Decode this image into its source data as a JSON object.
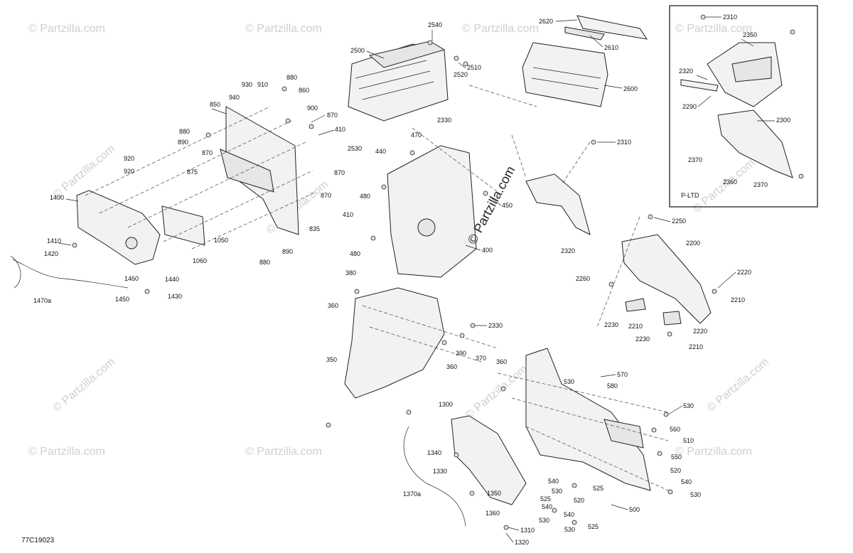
{
  "diagram_code": "77C19023",
  "inset_label": "P-LTD",
  "copyright": "© Partzilla.com",
  "watermark": "© Partzilla.com",
  "callouts": [
    {
      "id": "c2540",
      "text": "2540"
    },
    {
      "id": "c2500",
      "text": "2500"
    },
    {
      "id": "c2510",
      "text": "2510"
    },
    {
      "id": "c2520",
      "text": "2520"
    },
    {
      "id": "c2620",
      "text": "2620"
    },
    {
      "id": "c2610",
      "text": "2610"
    },
    {
      "id": "c2600",
      "text": "2600"
    },
    {
      "id": "c2310a",
      "text": "2310"
    },
    {
      "id": "c2350",
      "text": "2350"
    },
    {
      "id": "c2320a",
      "text": "2320"
    },
    {
      "id": "c2290",
      "text": "2290"
    },
    {
      "id": "c2300",
      "text": "2300"
    },
    {
      "id": "c2370a",
      "text": "2370"
    },
    {
      "id": "c2360",
      "text": "2360"
    },
    {
      "id": "c2370b",
      "text": "2370"
    },
    {
      "id": "c930",
      "text": "930"
    },
    {
      "id": "c910",
      "text": "910"
    },
    {
      "id": "c880a",
      "text": "880"
    },
    {
      "id": "c940",
      "text": "940"
    },
    {
      "id": "c860",
      "text": "860"
    },
    {
      "id": "c850",
      "text": "850"
    },
    {
      "id": "c900",
      "text": "900"
    },
    {
      "id": "c870a",
      "text": "870"
    },
    {
      "id": "c410a",
      "text": "410"
    },
    {
      "id": "c880b",
      "text": "880"
    },
    {
      "id": "c890a",
      "text": "890"
    },
    {
      "id": "c870b",
      "text": "870"
    },
    {
      "id": "c920a",
      "text": "920"
    },
    {
      "id": "c920b",
      "text": "920"
    },
    {
      "id": "c875",
      "text": "875"
    },
    {
      "id": "c870c",
      "text": "870"
    },
    {
      "id": "c870d",
      "text": "870"
    },
    {
      "id": "c835",
      "text": "835"
    },
    {
      "id": "c1400",
      "text": "1400"
    },
    {
      "id": "c1050",
      "text": "1050"
    },
    {
      "id": "c1060",
      "text": "1060"
    },
    {
      "id": "c890b",
      "text": "890"
    },
    {
      "id": "c880c",
      "text": "880"
    },
    {
      "id": "c1410",
      "text": "1410"
    },
    {
      "id": "c1420",
      "text": "1420"
    },
    {
      "id": "c1460",
      "text": "1460"
    },
    {
      "id": "c1440",
      "text": "1440"
    },
    {
      "id": "c1430",
      "text": "1430"
    },
    {
      "id": "c1450",
      "text": "1450"
    },
    {
      "id": "c1470a",
      "text": "1470a"
    },
    {
      "id": "c2330a",
      "text": "2330"
    },
    {
      "id": "c470",
      "text": "470"
    },
    {
      "id": "c2530",
      "text": "2530"
    },
    {
      "id": "c440",
      "text": "440"
    },
    {
      "id": "c480a",
      "text": "480"
    },
    {
      "id": "c410b",
      "text": "410"
    },
    {
      "id": "c450",
      "text": "450"
    },
    {
      "id": "c480b",
      "text": "480"
    },
    {
      "id": "c400",
      "text": "400"
    },
    {
      "id": "c2310b",
      "text": "2310"
    },
    {
      "id": "c2320b",
      "text": "2320"
    },
    {
      "id": "c2250",
      "text": "2250"
    },
    {
      "id": "c2200",
      "text": "2200"
    },
    {
      "id": "c2260",
      "text": "2260"
    },
    {
      "id": "c2220a",
      "text": "2220"
    },
    {
      "id": "c2210a",
      "text": "2210"
    },
    {
      "id": "c2230a",
      "text": "2230"
    },
    {
      "id": "c2210b",
      "text": "2210"
    },
    {
      "id": "c2220b",
      "text": "2220"
    },
    {
      "id": "c2230b",
      "text": "2230"
    },
    {
      "id": "c2210c",
      "text": "2210"
    },
    {
      "id": "c380",
      "text": "380"
    },
    {
      "id": "c360a",
      "text": "360"
    },
    {
      "id": "c2330b",
      "text": "2330"
    },
    {
      "id": "c390",
      "text": "390"
    },
    {
      "id": "c370",
      "text": "370"
    },
    {
      "id": "c360b",
      "text": "360"
    },
    {
      "id": "c350",
      "text": "350"
    },
    {
      "id": "c360c",
      "text": "360"
    },
    {
      "id": "c570",
      "text": "570"
    },
    {
      "id": "c530a",
      "text": "530"
    },
    {
      "id": "c580",
      "text": "580"
    },
    {
      "id": "c530b",
      "text": "530"
    },
    {
      "id": "c560",
      "text": "560"
    },
    {
      "id": "c510",
      "text": "510"
    },
    {
      "id": "c550",
      "text": "550"
    },
    {
      "id": "c520a",
      "text": "520"
    },
    {
      "id": "c540a",
      "text": "540"
    },
    {
      "id": "c530c",
      "text": "530"
    },
    {
      "id": "c1300",
      "text": "1300"
    },
    {
      "id": "c1340",
      "text": "1340"
    },
    {
      "id": "c1330",
      "text": "1330"
    },
    {
      "id": "c1370a",
      "text": "1370a"
    },
    {
      "id": "c1350",
      "text": "1350"
    },
    {
      "id": "c540b",
      "text": "540"
    },
    {
      "id": "c530d",
      "text": "530"
    },
    {
      "id": "c525a",
      "text": "525"
    },
    {
      "id": "c525b",
      "text": "525"
    },
    {
      "id": "c520b",
      "text": "520"
    },
    {
      "id": "c540c",
      "text": "540"
    },
    {
      "id": "c540d",
      "text": "540"
    },
    {
      "id": "c530e",
      "text": "530"
    },
    {
      "id": "c530f",
      "text": "530"
    },
    {
      "id": "c525c",
      "text": "525"
    },
    {
      "id": "c500",
      "text": "500"
    },
    {
      "id": "c1360",
      "text": "1360"
    },
    {
      "id": "c1310",
      "text": "1310"
    },
    {
      "id": "c1320",
      "text": "1320"
    }
  ]
}
